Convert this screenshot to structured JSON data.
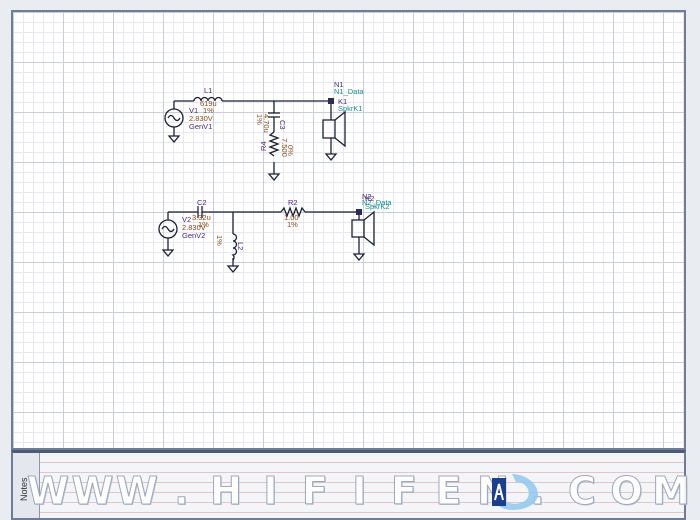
{
  "notes": {
    "label": "Notes"
  },
  "watermark": {
    "letters": [
      "W",
      "W",
      "W",
      ".",
      "H",
      "I",
      "F",
      "I",
      "F",
      "E",
      "N",
      ".",
      "C",
      "O",
      "M"
    ]
  },
  "colors": {
    "wire": "#1c2233",
    "label": "#1a8f8f",
    "ref": "#4a2a7a",
    "value": "#8a4a1a",
    "node": "#2b2b55"
  },
  "circuit1": {
    "source": {
      "ref": "V1",
      "tol": "1%",
      "voltage": "2.830V",
      "name": "GenV1"
    },
    "inductor": {
      "ref": "L1",
      "value": "619u"
    },
    "capacitor": {
      "ref": "C3",
      "value": "4.70u",
      "tol": "1%"
    },
    "resistor": {
      "ref": "R4",
      "value": "7.500",
      "tol": "0%"
    },
    "node": {
      "ref": "N1",
      "name": "N1_Data"
    },
    "speaker": {
      "ref": "K1",
      "name": "SpkrK1"
    }
  },
  "circuit2": {
    "source": {
      "ref": "V2",
      "voltage": "2.830V",
      "name": "GenV2"
    },
    "capacitor": {
      "ref": "C2",
      "value": "3.32u",
      "tol": "1%"
    },
    "inductor": {
      "ref": "L2",
      "tol": "1%"
    },
    "resistor": {
      "ref": "R2",
      "value": "1.00",
      "tol": "1%"
    },
    "node": {
      "ref": "N2",
      "name": "N2_Data"
    },
    "speaker": {
      "ref": "K2",
      "name": "SpkrK2"
    }
  }
}
